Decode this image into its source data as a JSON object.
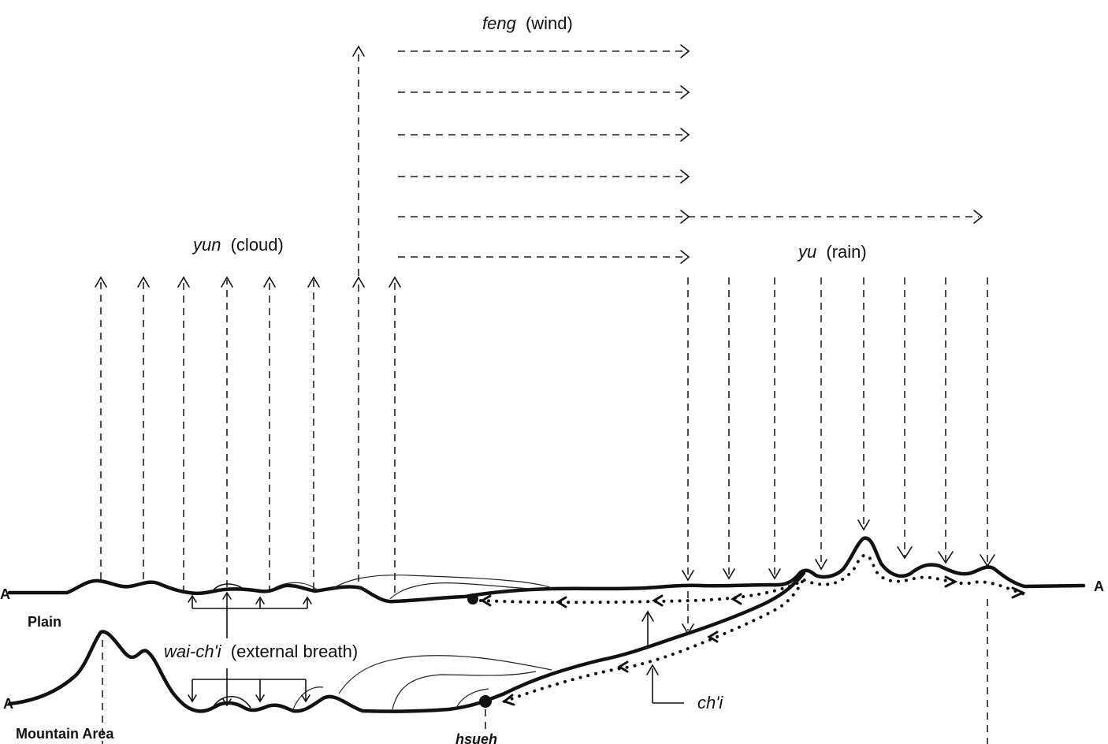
{
  "labels": {
    "feng": {
      "term": "feng",
      "gloss": "(wind)"
    },
    "yun": {
      "term": "yun",
      "gloss": "(cloud)"
    },
    "yu": {
      "term": "yu",
      "gloss": "(rain)"
    },
    "wai_chi": {
      "term": "wai-ch'i",
      "gloss": "(external breath)"
    },
    "chi": "ch'i",
    "hsueh": "hsueh",
    "plain": "Plain",
    "mountain_area": "Mountain Area",
    "marker_a": "A"
  }
}
